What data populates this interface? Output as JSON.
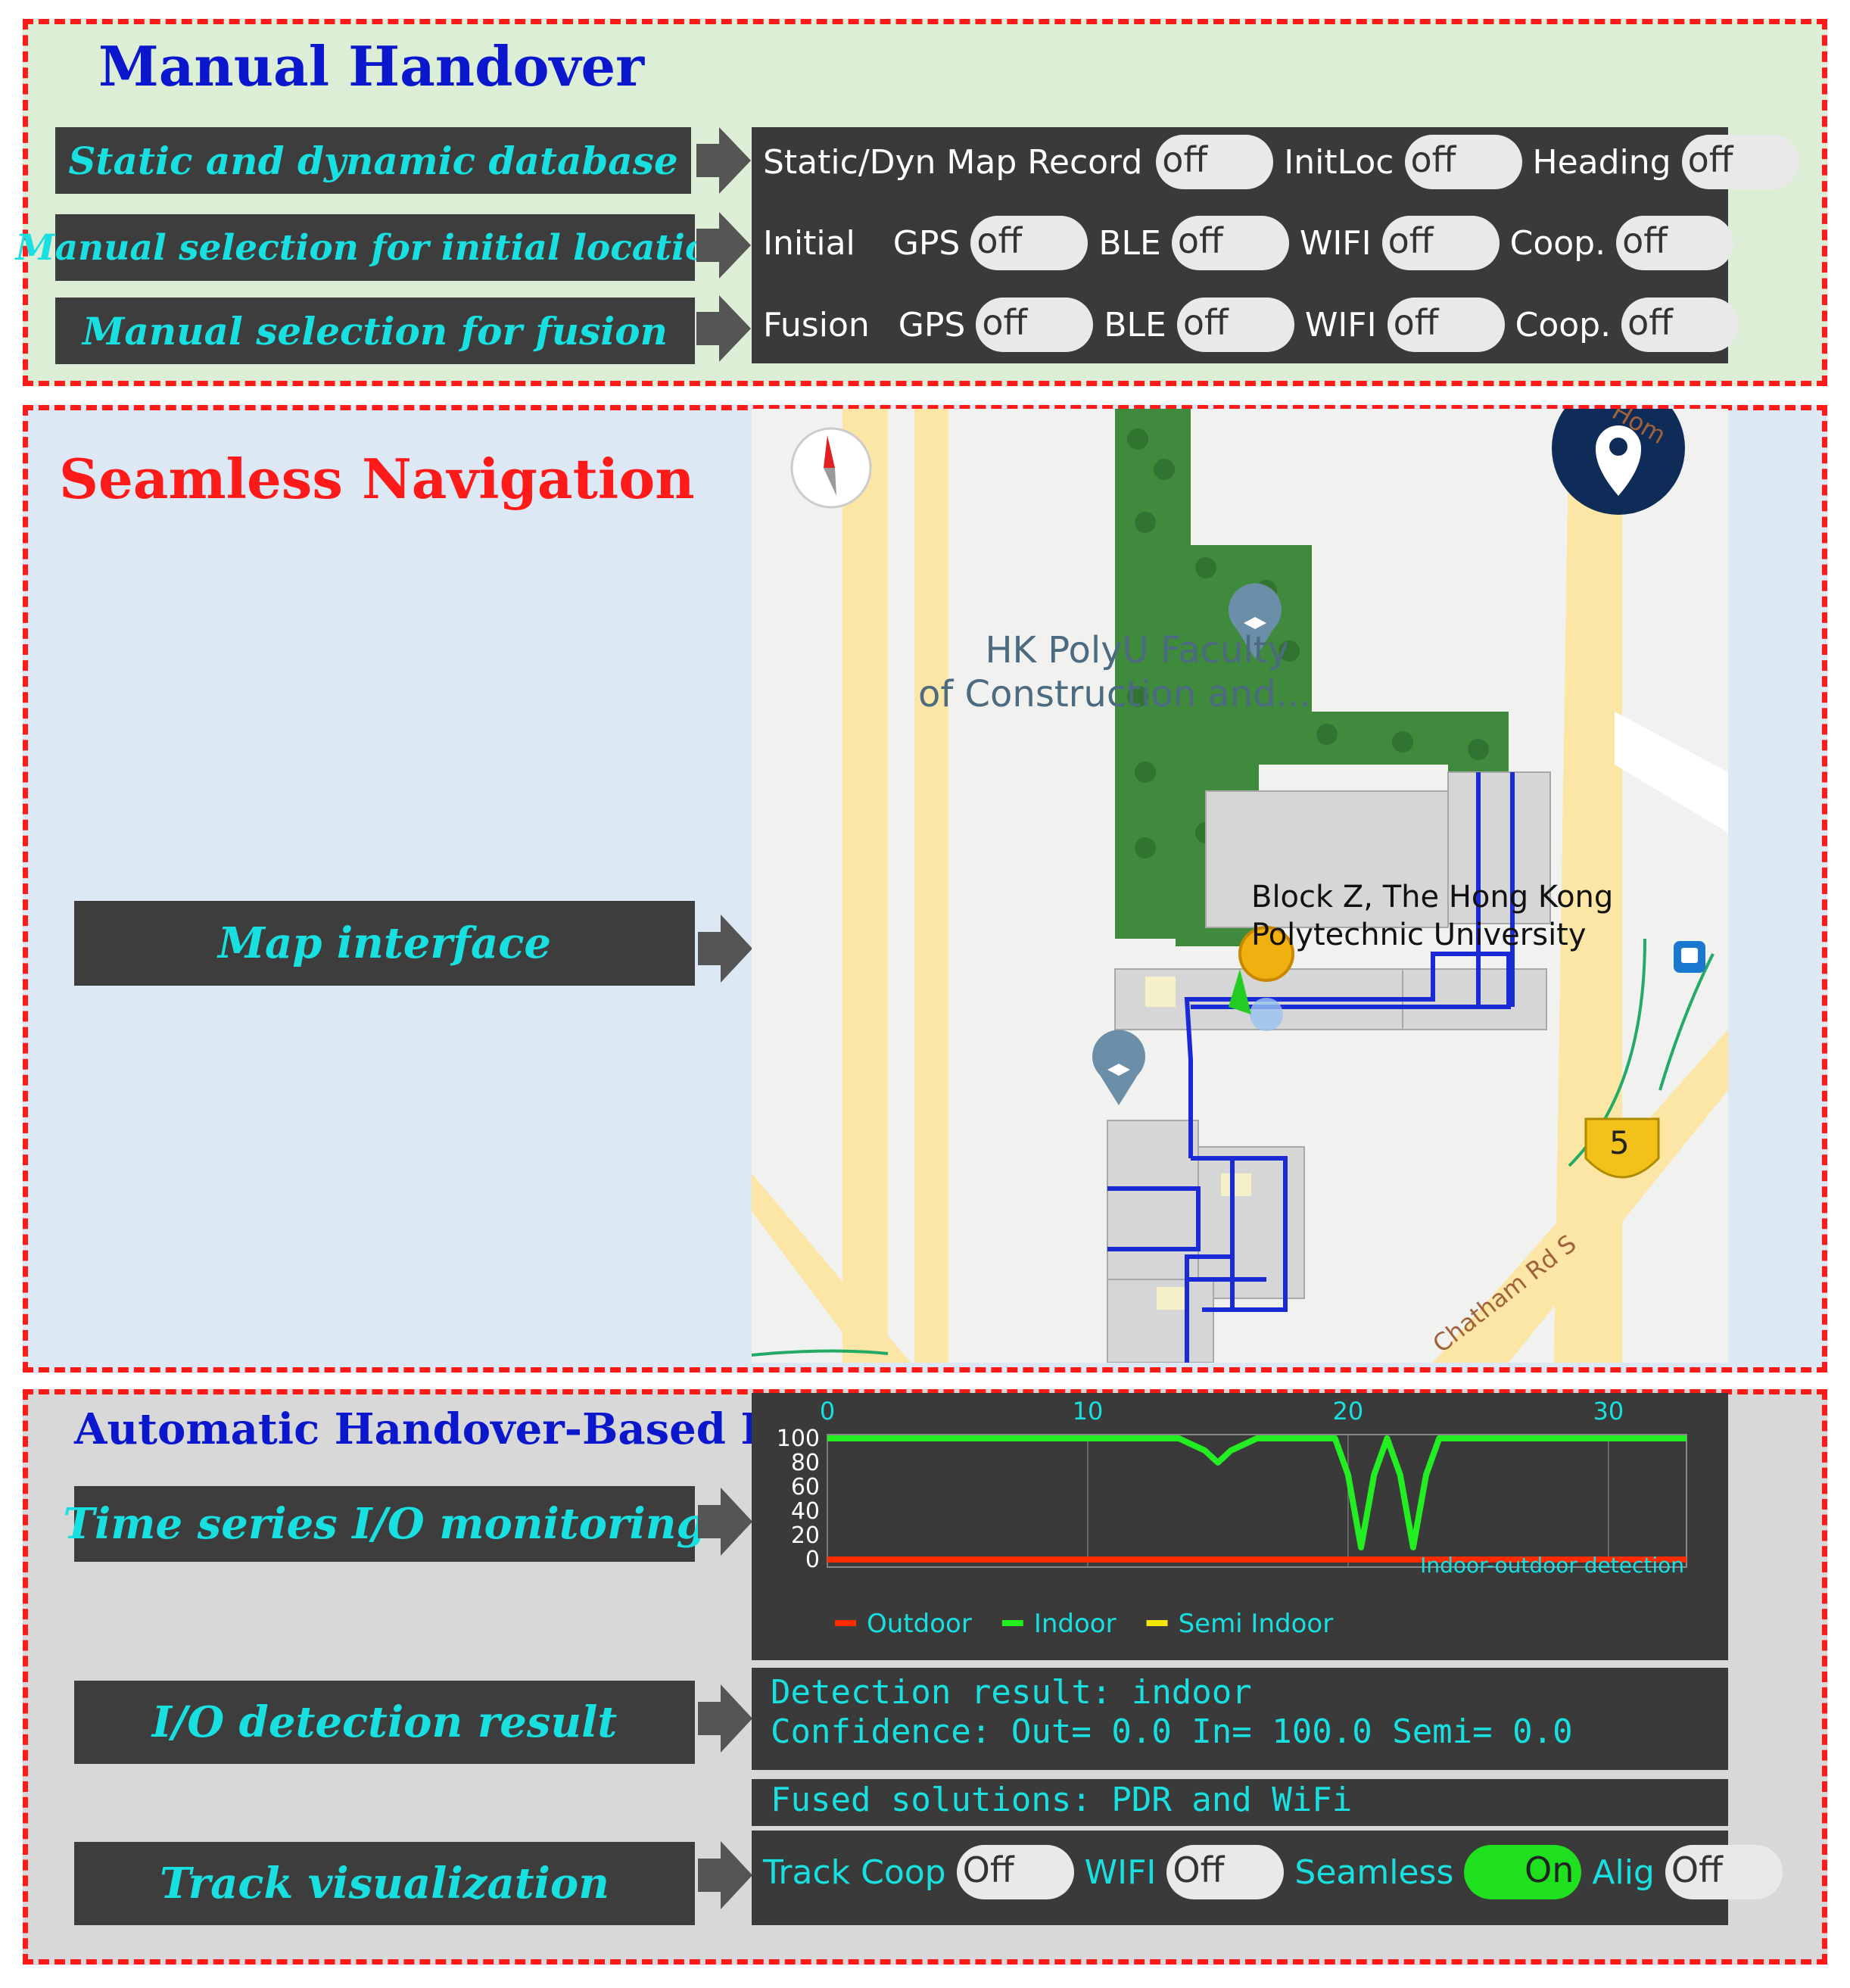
{
  "manual": {
    "title": "Manual Handover",
    "labels": [
      "Static and dynamic database",
      "Manual selection for initial location",
      "Manual selection for fusion"
    ],
    "row1": {
      "map_record": "Static/Dyn Map Record",
      "initloc": "InitLoc",
      "heading": "Heading",
      "toggle": "off"
    },
    "row2": {
      "label": "Initial",
      "gps": "GPS",
      "ble": "BLE",
      "wifi": "WIFI",
      "coop": "Coop.",
      "toggle": "off"
    },
    "row3": {
      "label": "Fusion",
      "gps": "GPS",
      "ble": "BLE",
      "wifi": "WIFI",
      "coop": "Coop.",
      "toggle": "off"
    }
  },
  "seamless": {
    "title": "Seamless Navigation",
    "label": "Map interface",
    "map": {
      "poi_faculty_line1": "HK PolyU Faculty",
      "poi_faculty_line2": "of Construction and...",
      "poi_block_line1": "Block Z, The Hong Kong",
      "poi_block_line2": "Polytechnic University",
      "road_label": "Chatham Rd S",
      "road_top": "Hom",
      "route_badge": "5"
    }
  },
  "automatic": {
    "title": "Automatic Handover-Based I/O",
    "labels": [
      "Time series I/O monitoring",
      "I/O detection result",
      "Track visualization"
    ],
    "detection_line1": "Detection result: indoor",
    "detection_line2": "Confidence: Out= 0.0 In= 100.0 Semi= 0.0",
    "fused": "Fused solutions: PDR and WiFi",
    "track": {
      "track_coop": "Track Coop",
      "wifi": "WIFI",
      "seamless": "Seamless",
      "alig": "Alig",
      "off": "Off",
      "on": "On"
    }
  },
  "chart_data": {
    "type": "line",
    "title": "",
    "description_label": "Indoor-outdoor detection",
    "xlim": [
      0,
      33
    ],
    "ylim": [
      0,
      100
    ],
    "x_ticks": [
      0,
      10,
      20,
      30
    ],
    "y_ticks": [
      0,
      20,
      40,
      60,
      80,
      100
    ],
    "series": [
      {
        "name": "Outdoor",
        "color": "#ff2a00",
        "x": [
          0,
          33
        ],
        "y": [
          0,
          0
        ]
      },
      {
        "name": "Indoor",
        "color": "#22ee22",
        "x": [
          0,
          13.5,
          14.5,
          15,
          15.5,
          16.5,
          19.5,
          20,
          20.5,
          21,
          21.5,
          22,
          22.5,
          23,
          23.5,
          24,
          25,
          33
        ],
        "y": [
          100,
          100,
          90,
          80,
          90,
          100,
          100,
          70,
          10,
          70,
          100,
          70,
          10,
          70,
          100,
          100,
          100,
          100
        ]
      },
      {
        "name": "Semi Indoor",
        "color": "#f5e60a",
        "x": [
          0,
          33
        ],
        "y": [
          0,
          0
        ]
      }
    ],
    "legend": [
      "Outdoor",
      "Indoor",
      "Semi Indoor"
    ],
    "legend_position": "bottom"
  },
  "colors": {
    "section_border": "#ff1a1a",
    "label_text": "#19e0e0",
    "panel_bg": "#3a3a3a",
    "route": "#1a2ad6",
    "green_park": "#3f8a3c"
  }
}
